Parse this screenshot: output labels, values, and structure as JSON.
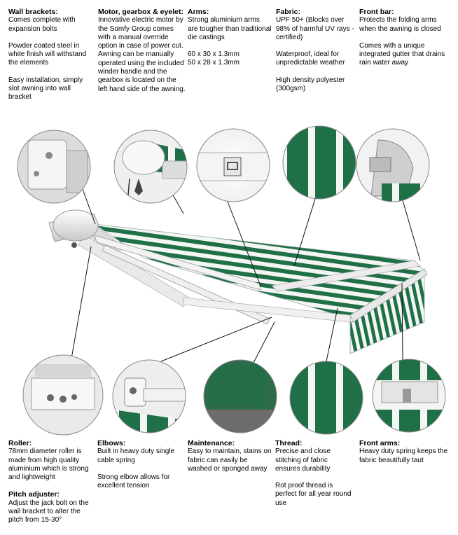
{
  "top": [
    {
      "title": "Wall brackets:",
      "paras": [
        "Comes complete with expansion bolts",
        "Powder coated steel in white finish will withstand the elements",
        "Easy installation, simply slot awning into wall bracket"
      ]
    },
    {
      "title": "Motor, gearbox & eyelet:",
      "paras": [
        "Innovative electric motor by the Somfy Group comes with a manual override option in case of power cut.",
        "Awning can be manually operated using the included winder handle and the gearbox is located on the left hand side of the awning."
      ]
    },
    {
      "title": "Arms:",
      "paras": [
        "Strong aluminium arms are tougher than traditional die castings",
        "60 x 30 x 1.3mm\n50 x 28 x 1.3mm"
      ]
    },
    {
      "title": "Fabric:",
      "paras": [
        "UPF 50+ (Blocks over 98% of harmful UV rays - certified)",
        "Waterproof, ideal for unpredictable weather",
        "High density polyester (300gsm)"
      ]
    },
    {
      "title": "Front bar:",
      "paras": [
        "Protects the folding arms when the awning is closed",
        "Comes with a unique integrated gutter that drains rain water away"
      ]
    }
  ],
  "bottom": [
    {
      "title": "Roller:",
      "paras": [
        "78mm diameter roller is made from high quality aluminium which is strong and lightweight"
      ],
      "title2": "Pitch adjuster:",
      "paras2": [
        "Adjust the jack bolt on the wall bracket to alter the pitch from 15-30°"
      ]
    },
    {
      "title": "Elbows:",
      "paras": [
        "Built in heavy duty single cable spring",
        "Strong elbow allows for excellent tension"
      ]
    },
    {
      "title": "Maintenance:",
      "paras": [
        "Easy to maintain, stains on fabric can easily be washed or sponged away"
      ]
    },
    {
      "title": "Thread:",
      "paras": [
        "Precise and close stitching of fabric ensures durability",
        "Rot proof thread is perfect for all year round use"
      ]
    },
    {
      "title": "Front arms:",
      "paras": [
        "Heavy duty spring keeps the fabric beautifully taut"
      ]
    }
  ],
  "colors": {
    "stripe_green": "#1f6f47",
    "stripe_white": "#f4f6f4",
    "frame": "#e6e6e6",
    "circle_border": "#888888"
  }
}
